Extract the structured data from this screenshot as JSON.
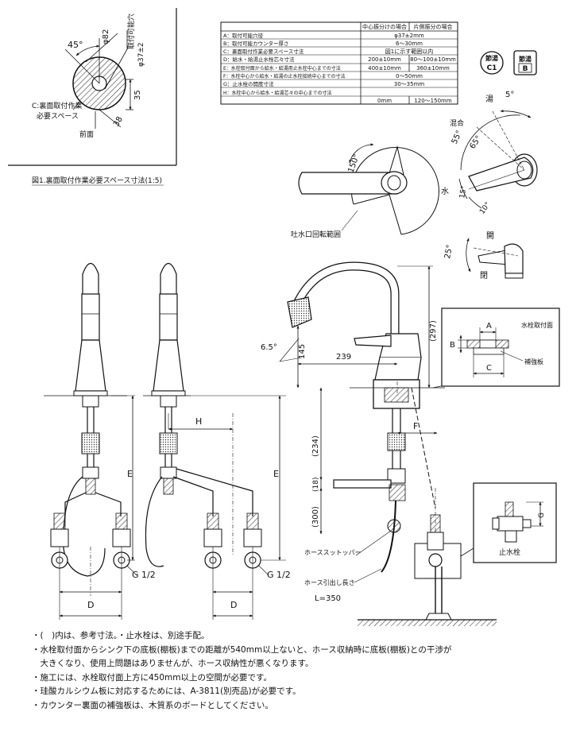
{
  "spec_table": {
    "col_center": "中心振分けの場合",
    "col_side": "片側振分の場合",
    "rows": [
      {
        "label": "A：取付可能穴径",
        "center": "φ37±2mm",
        "side": ""
      },
      {
        "label": "B：取付可能カウンター厚さ",
        "center": "6～30mm",
        "side": ""
      },
      {
        "label": "C：裏面取付作業必要スペース寸法",
        "center": "図1に示す範囲以内",
        "side": ""
      },
      {
        "label": "D：給水・給湯止水栓芯々寸法",
        "center": "200±10mm",
        "side": "80～100±10mm"
      },
      {
        "label": "E：水栓取付面から給水・給湯用止水栓中心までの寸法",
        "center": "400±10mm",
        "side": "360±10mm"
      },
      {
        "label": "F：水栓中心から給水・給湯の止水栓接続中心までの寸法",
        "center": "0～50mm",
        "side": ""
      },
      {
        "label": "G：止水栓の開度寸法",
        "center": "30～35mm",
        "side": ""
      },
      {
        "label": "H：水栓中心から給水・給湯芯々の中心までの寸法",
        "center": "0mm",
        "side": "120～150mm"
      }
    ]
  },
  "badges": {
    "c1_top": "節湯",
    "c1_bottom": "C1",
    "b_top": "節湯",
    "b_bottom": "B"
  },
  "fig1": {
    "caption": "図1.裏面取付作業必要スペース寸法(1:5)",
    "angle": "45°",
    "dim_82": "φ82",
    "hole_label": "取付可能穴",
    "hole_size": "φ37±2",
    "dim_35": "35",
    "dim_38": "38",
    "space_label_1": "C:裏面取付作業",
    "space_label_2": "必要スペース",
    "front": "前面"
  },
  "top_view": {
    "angle": "150°",
    "label": "吐水口回転範囲"
  },
  "lever_view": {
    "hot": "湯",
    "hot_angle": "5°",
    "mix": "混合",
    "mix_angle": "55°",
    "angle_65": "65°",
    "water": "水",
    "angle_15": "15°",
    "angle_10": "10°"
  },
  "openclose": {
    "open": "開",
    "close": "閉",
    "angle": "25°"
  },
  "front_view": {
    "h": "H",
    "e_left": "E",
    "e_right": "E",
    "d_left": "D",
    "d_right": "D",
    "g12_left": "G 1/2",
    "g12_right": "G 1/2"
  },
  "side_view": {
    "angle": "6.5°",
    "dim_145": "145",
    "dim_239": "239",
    "dim_297": "(297)",
    "dim_234": "(234)",
    "dim_18": "(18)",
    "dim_300": "(300)",
    "f": "F",
    "hose_stopper": "ホーススットッパー",
    "hose_length": "ホース引出し長さ",
    "l350": "L=350"
  },
  "detail_mount": {
    "title": "水栓取付面",
    "a": "A",
    "b": "B",
    "c": "C",
    "plate": "補強板"
  },
  "detail_valve": {
    "g": "G",
    "label": "止水栓"
  },
  "notes": [
    "・(　)内は、参考寸法。・止水栓は、別途手配。",
    "・水栓取付面からシンク下の底板(棚板)までの距離が540mm以上ないと、ホース収納時に底板(棚板)との干渉が",
    "　大きくなり、使用上問題はありませんが、ホース収納性が悪くなります。",
    "・施工には、水栓取付面上方に450mm以上の空間が必要です。",
    "・珪酸カルシウム板に対応するためには、A-3811(別売品)が必要です。",
    "・カウンター裏面の補強板は、木質系のボードとしてください。"
  ]
}
